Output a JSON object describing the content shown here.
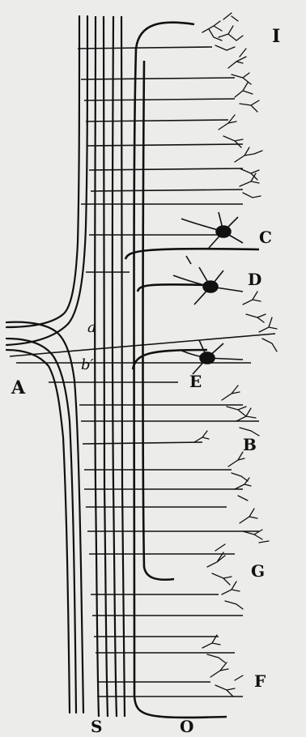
{
  "figure": {
    "background_color": "#ececeb",
    "ink_color": "#111111",
    "labels": {
      "I": "I",
      "C": "C",
      "D": "D",
      "E": "E",
      "B": "B",
      "G": "G",
      "F": "F",
      "A": "A",
      "a": "a",
      "b_prime": "b′",
      "S": "S",
      "O": "O"
    }
  }
}
